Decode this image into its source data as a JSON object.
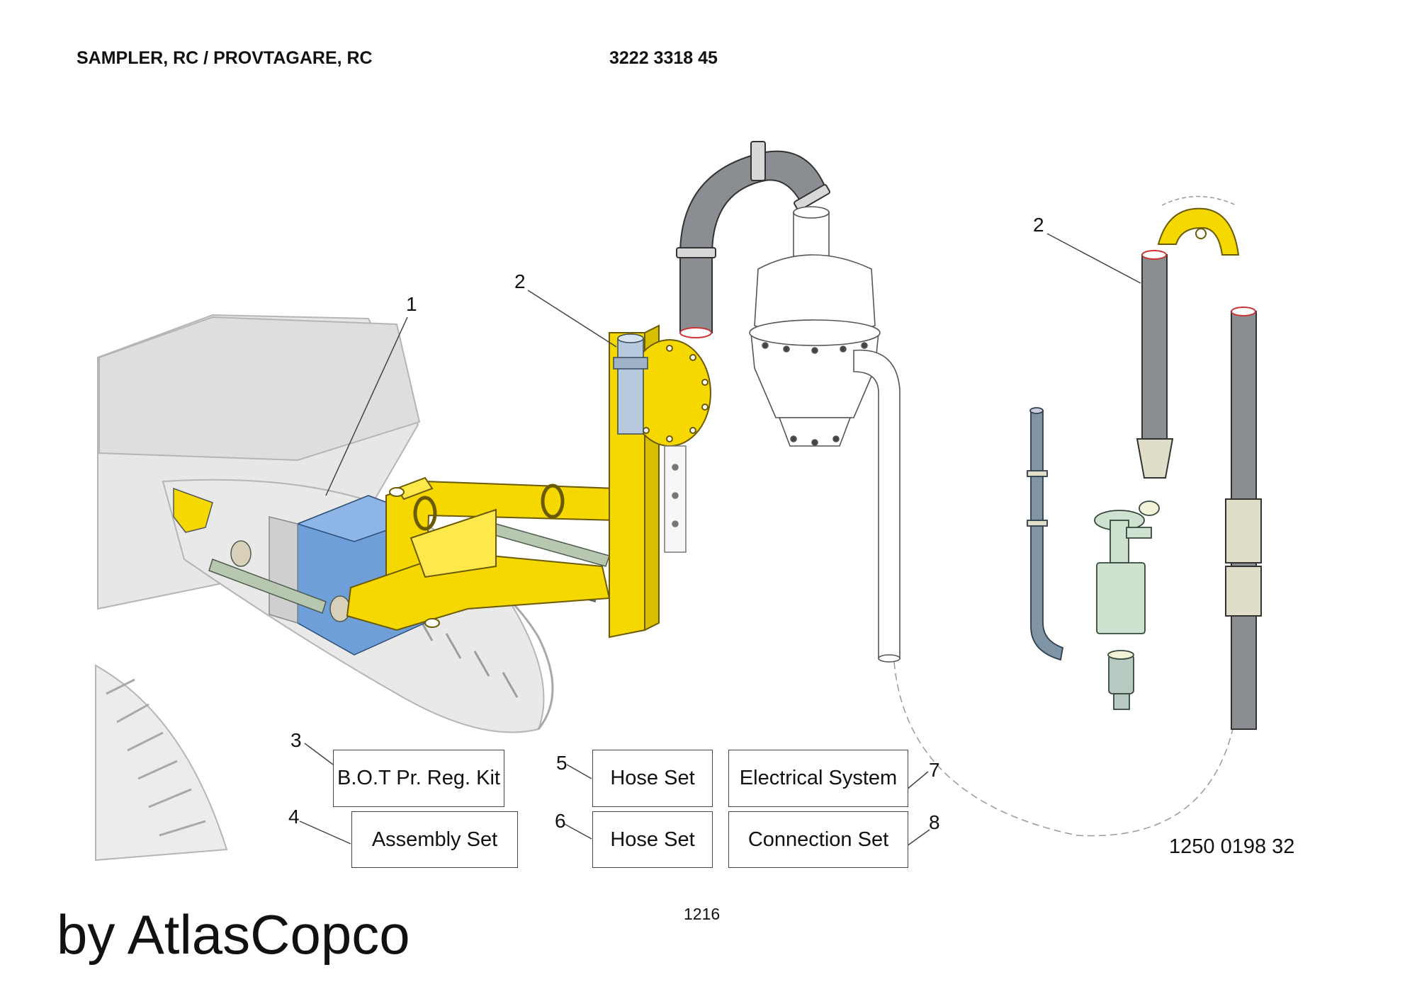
{
  "header": {
    "title": "SAMPLER, RC / PROVTAGARE, RC",
    "part_number": "3222 3318 45"
  },
  "callouts": {
    "c1": "1",
    "c2_left": "2",
    "c2_right": "2",
    "c3": "3",
    "c4": "4",
    "c5": "5",
    "c6": "6",
    "c7": "7",
    "c8": "8"
  },
  "boxes": {
    "b3": "B.O.T Pr. Reg. Kit",
    "b4": "Assembly Set",
    "b5": "Hose Set",
    "b6": "Hose Set",
    "b7": "Electrical System",
    "b8": "Connection Set"
  },
  "drawing_number": "1250 0198 32",
  "page_number": "1216",
  "brand": "by AtlasCopco",
  "colors": {
    "frame_yellow": "#f5d800",
    "block_blue": "#6f9fd8",
    "hose_grey": "#8a8d91",
    "pipe_blue": "#7f95a6",
    "sampler_green": "#cfe2cf"
  }
}
